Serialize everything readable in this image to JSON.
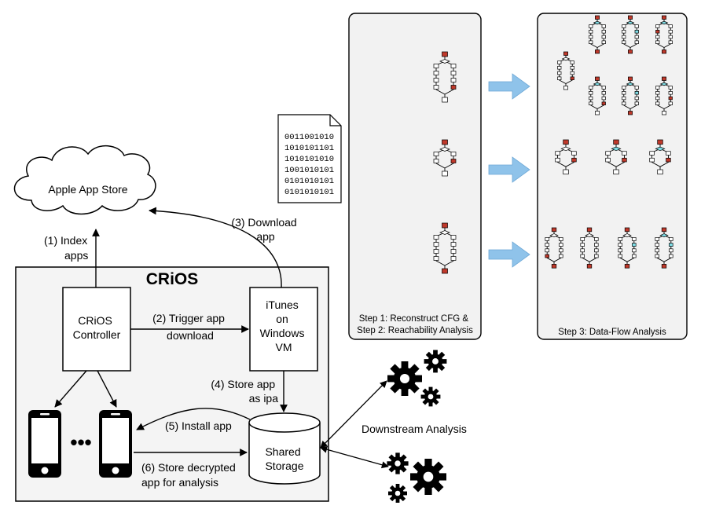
{
  "cloud": {
    "label": "Apple App Store"
  },
  "crios": {
    "title": "CRiOS",
    "controller": [
      "CRiOS",
      "Controller"
    ],
    "itunes": [
      "iTunes",
      "on",
      "Windows",
      "VM"
    ],
    "storage": [
      "Shared",
      "Storage"
    ],
    "ellipsis": "•••"
  },
  "steps": {
    "s1": [
      "(1) Index",
      "apps"
    ],
    "s2": [
      "(2) Trigger app",
      "download"
    ],
    "s3": [
      "(3) Download",
      "app"
    ],
    "s4": [
      "(4) Store app",
      "as ipa"
    ],
    "s5": [
      "(5) Install app"
    ],
    "s6": [
      "(6) Store decrypted",
      "app for analysis"
    ]
  },
  "binary": [
    "0011001010",
    "1010101101",
    "1010101010",
    "1001010101",
    "0101010101",
    "0101010101"
  ],
  "panel1": {
    "caption": [
      "Step 1: Reconstruct CFG &",
      "Step 2: Reachability Analysis"
    ]
  },
  "panel2": {
    "caption": [
      "Step 3: Data-Flow Analysis"
    ]
  },
  "downstream": {
    "label": "Downstream Analysis"
  },
  "colors": {
    "red": "#c0392b",
    "cyan": "#7fdde6",
    "arrow_blue": "#8fc3ea",
    "panel_bg": "#f2f2f2"
  }
}
